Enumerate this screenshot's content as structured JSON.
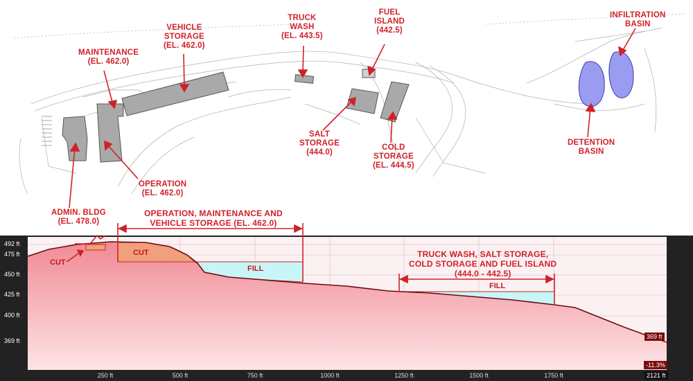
{
  "plan_labels": {
    "maintenance": "MAINTENANCE\n(EL. 462.0)",
    "vehicle_storage": "VEHICLE\nSTORAGE\n(EL. 462.0)",
    "truck_wash": "TRUCK\nWASH\n(EL. 443.5)",
    "fuel_island": "FUEL\nISLAND\n(442.5)",
    "infiltration_basin": "INFILTRATION\nBASIN",
    "salt_storage": "SALT\nSTORAGE\n(444.0)",
    "cold_storage": "COLD\nSTORAGE\n(EL. 444.5)",
    "detention_basin": "DETENTION\nBASIN",
    "operation": "OPERATION\n(EL. 462.0)",
    "admin_bldg": "ADMIN. BLDG\n(EL. 478.0)"
  },
  "profile_labels": {
    "operation_group": "OPERATION, MAINTENANCE AND\nVEHICLE STORAGE (EL. 462.0)",
    "truck_group": "TRUCK WASH, SALT STORAGE,\nCOLD STORAGE AND FUEL ISLAND\n(444.0 - 442.5)",
    "cut_large": "CUT",
    "cut_small": "CUT",
    "fill_left": "FILL",
    "fill_right": "FILL"
  },
  "profile": {
    "y_ticks": [
      "492 ft",
      "475 ft",
      "450 ft",
      "425 ft",
      "400 ft",
      "369 ft"
    ],
    "x_ticks": [
      "250 ft",
      "500 ft",
      "750 ft",
      "1000 ft",
      "1250 ft",
      "1500 ft",
      "1750 ft"
    ],
    "end_elevation": "369 ft",
    "grade": "-11.3%",
    "total_distance": "2121 ft"
  },
  "colors": {
    "annotation": "#d0202a",
    "building": "#a9a9a9",
    "basin": "#9a9cf2",
    "cut": "#f0a07a",
    "fill": "#c8f6f8",
    "profile_fill": "#f8c8cc",
    "panel_bg": "#222222"
  }
}
